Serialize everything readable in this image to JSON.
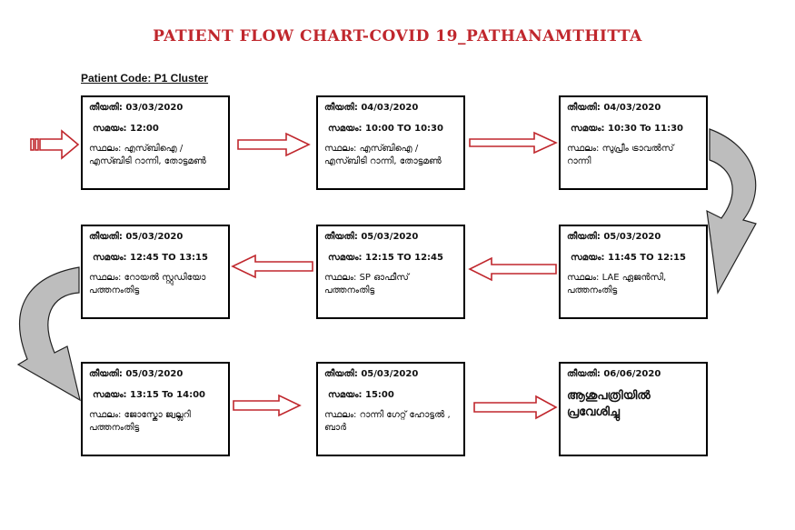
{
  "title": "PATIENT FLOW CHART-COVID 19_PATHANAMTHITTA",
  "patient_code": "Patient Code: P1 Cluster",
  "boxes": [
    {
      "date": "തീയതി: 03/03/2020",
      "time": "സമയം:   12:00",
      "place": "സ്ഥലം: എസ്ബിഐ / എസ്ബിടി റാന്നി, തോട്ടമൺ"
    },
    {
      "date": "തീയതി: 04/03/2020",
      "time": "സമയം:   10:00 TO 10:30",
      "place": "സ്ഥലം: എസ്ബിഐ / എസ്ബിടി റാന്നി, തോട്ടമൺ"
    },
    {
      "date": "തീയതി: 04/03/2020",
      "time": "സമയം: 10:30 To 11:30",
      "place": "സ്ഥലം: സുപ്രീം ട്രാവൽസ് റാന്നി"
    },
    {
      "date": "തീയതി: 05/03/2020",
      "time": "സമയം: 11:45 TO 12:15",
      "place": "സ്ഥലം: LAE ഏജൻസി, പത്തനംതിട്ട"
    },
    {
      "date": "തീയതി: 05/03/2020",
      "time": "സമയം: 12:15 TO 12:45",
      "place": "സ്ഥലം: SP ഓഫീസ് പത്തനംതിട്ട"
    },
    {
      "date": "തീയതി: 05/03/2020",
      "time": "സമയം: 12:45 TO 13:15",
      "place": "സ്ഥലം: റോയൽ സ്റ്റുഡിയോ പത്തനംതിട്ട"
    },
    {
      "date": "തീയതി: 05/03/2020",
      "time": "സമയം: 13:15 To 14:00",
      "place": "സ്ഥലം: ജോസ്കോ ജ്വല്ലറി പത്തനംതിട്ട"
    },
    {
      "date": "തീയതി: 05/03/2020",
      "time": "സമയം: 15:00",
      "place": "സ്ഥലം: റാന്നി ഗേറ്റ് ഹോട്ടൽ , ബാർ"
    },
    {
      "date": "തീയതി: 06/06/2020",
      "time": "",
      "place": "ആശുപത്രിയിൽ പ്രവേശിച്ചു"
    }
  ],
  "colors": {
    "title": "#c0272d",
    "arrow_stroke": "#c0272d",
    "curve_fill": "#bdbdbd"
  }
}
